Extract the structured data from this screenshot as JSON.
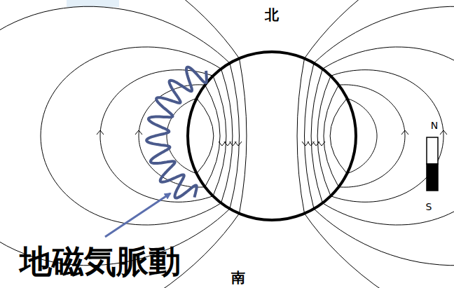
{
  "diagram": {
    "labels": [
      "北",
      "N",
      "S",
      "地磁気脈動",
      "南"
    ]
  }
}
